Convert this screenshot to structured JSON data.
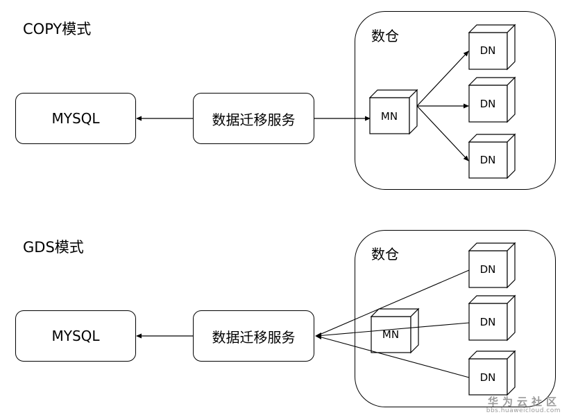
{
  "copy_mode": {
    "title": "COPY模式",
    "mysql_label": "MYSQL",
    "service_label": "数据迁移服务",
    "warehouse_label": "数仓",
    "mn_label": "MN",
    "dn_labels": [
      "DN",
      "DN",
      "DN"
    ]
  },
  "gds_mode": {
    "title": "GDS模式",
    "mysql_label": "MYSQL",
    "service_label": "数据迁移服务",
    "warehouse_label": "数仓",
    "mn_label": "MN",
    "dn_labels": [
      "DN",
      "DN",
      "DN"
    ]
  },
  "watermark": {
    "main": "华为云社区",
    "sub": "bbs.huaweicloud.com"
  },
  "colors": {
    "stroke": "#000000",
    "background": "#ffffff",
    "watermark": "#9a9a9a"
  }
}
